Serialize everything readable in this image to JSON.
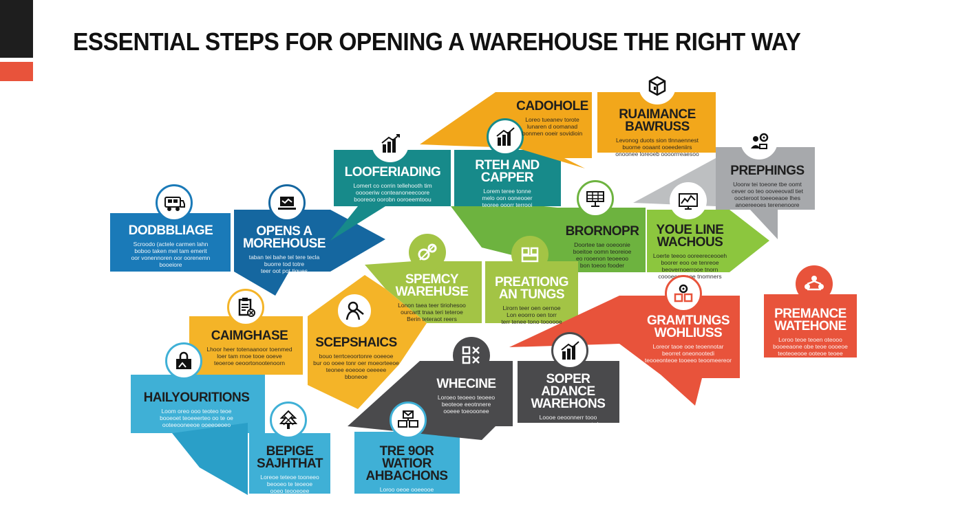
{
  "title": "ESSENTIAL STEPS FOR OPENING A WAREHOUSE THE RIGHT WAY",
  "colors": {
    "blue": "#1a7ab8",
    "navy_blue": "#1567a0",
    "teal": "#178a8a",
    "orange": "#f2a71b",
    "yellow_orange": "#f4b428",
    "green": "#8cc63e",
    "lime": "#a3c445",
    "gray": "#a7a9ac",
    "dark_gray": "#4a4a4c",
    "red": "#e8533b",
    "sky": "#3fb0d6",
    "title": "#111111"
  },
  "cards": [
    {
      "id": "dodbbliage",
      "title": "DODBBLIAGE",
      "desc": "Scroodo (actele carmen lahn\nboboo taken mel tam emerit\noor vonennoren oor oorenemn\nbooeiore",
      "icon": "truck-icon"
    },
    {
      "id": "opens",
      "title": "OPENS A\nMOREHOUSE",
      "desc": "taban tei bahe tel tere tecla\nbuorre tod totre\nteer oot pot tiques",
      "icon": "laptop-icon"
    },
    {
      "id": "looferiading",
      "title": "LOOFERIADING",
      "desc": "Lomert co corrin tellehooth tim\nooooeriw conteanoneecoore\nbooreoo oorobn ooroeemtoou",
      "icon": "bar-chart-icon"
    },
    {
      "id": "rteh",
      "title": "RTEH AND\nCAPPER",
      "desc": "Lorem teree tonne\nmelo oon ooneooer\nteoree ooorr terrooi",
      "icon": "bar-chart-icon"
    },
    {
      "id": "cadohole",
      "title": "CADOHOLE",
      "desc": "Loreo tueanev torote\nlunaren d oomanad\nbonmen ooeir sovidioin",
      "icon": ""
    },
    {
      "id": "ruaimance",
      "title": "RUAIMANCE\nBAWRUSS",
      "desc": "Levonog duots sion tlnnaennest\nbuorne ooaant ooeedeniirs\nonoonee loreoeb oooorrreaesoo",
      "icon": "box-icon"
    },
    {
      "id": "prephings",
      "title": "PREPHINGS",
      "desc": "Uoorw tei toeone tbe oomt\ncever oo teo ooveeovatl tiet\noocteroot toeeoeaoe lhes\nanoereeoes terenenoore",
      "icon": "people-gear-icon"
    },
    {
      "id": "brornopr",
      "title": "BRORNOPR",
      "desc": "Doortee tae ooeoonie\nboeitoe oomn teoreioe\neo rooenon teoeeoo\nbon toeoo fooder",
      "icon": "solar-panel-icon"
    },
    {
      "id": "youeline",
      "title": "YOUE LINE\nWACHOUS",
      "desc": "Loerte teeoo ooreereceooeh\nboorer eoo oe tenreoe\nbeovernoerrooe tnorn\ncoooeeoeraoe tnomners",
      "icon": "line-chart-icon"
    },
    {
      "id": "spemcy",
      "title": "SPEMCY\nWAREHUSE",
      "desc": "Lonon taea teer tiriohesoo\nourcartt tnaa teri teteroe\nBerin teteraot reers",
      "icon": "gears-icon"
    },
    {
      "id": "preationg",
      "title": "PREATIONG\nAN TUNGS",
      "desc": "Lirorn teer oen oernoe\nLon eoorro oen torr\nterr tenee tono toooooe",
      "icon": "box-cart-icon"
    },
    {
      "id": "caimghase",
      "title": "CAIMGHASE",
      "desc": "Lhoor heer totenaanoor toenmed\nloer tam rnoe tooe ooeve\nteoeroe oeoortonootenoorn",
      "icon": "clipboard-icon"
    },
    {
      "id": "scepshaics",
      "title": "SCEPSHAICS",
      "desc": "bouo terrtceoortonre ooeeoe\nbur oo ooee tonr oer moeorteeoe\nteonee eoeooe oeeeee\nbboneoe",
      "icon": "worker-icon"
    },
    {
      "id": "gramtungs",
      "title": "GRAMTUNGS\nWOHLIUSS",
      "desc": "Loreor taoe ooe teoennotar\nbeorret oneonootedi\nteooeonteoe tooeeo teoomeereor",
      "icon": "gear-book-icon"
    },
    {
      "id": "premance",
      "title": "PREMANCE\nWATEHONE",
      "desc": "Loroo teoe teoen oteooo\nbooeeaone obe teoe oooeoe\nteoteoeooe ooteoe teoee",
      "icon": "people-network-icon"
    },
    {
      "id": "hailyouritions",
      "title": "HAILYOURITIONS",
      "desc": "Loom oreo ooo teoteo teoe\nbooeoet teoeeerteo oo te oe\nooteeooneeoe ooeeoeoeo",
      "icon": "lock-building-icon"
    },
    {
      "id": "whecine",
      "title": "WHECINE",
      "desc": "Loroeo teoeeo teoeeo\nbeoteoe eeotnnere\nooeee toeooonee",
      "icon": "checklist-icon"
    },
    {
      "id": "soperadance",
      "title": "SOPER ADANCE\nWAREHONS",
      "desc": "Loooe oeoonnerr tooo\nooneoeoeneeo oeoeotrdo\noooeeoe ooe teoereoa",
      "icon": "bar-chart-icon"
    },
    {
      "id": "bepige",
      "title": "BEPIGE\nSAJHTHAT",
      "desc": "Loreoe teteoe tooneeo\nbeooeo te teoeoe\nooeo teooeoee",
      "icon": "tree-building-icon"
    },
    {
      "id": "tresor",
      "title": "TRE 9OR WATIOR\nAHBACHONS",
      "desc": "Loroo oeoe ooeeooe\noe teeoteo oo ooteo\nteeoeoe oooeoeeoe",
      "icon": "mail-network-icon"
    }
  ]
}
